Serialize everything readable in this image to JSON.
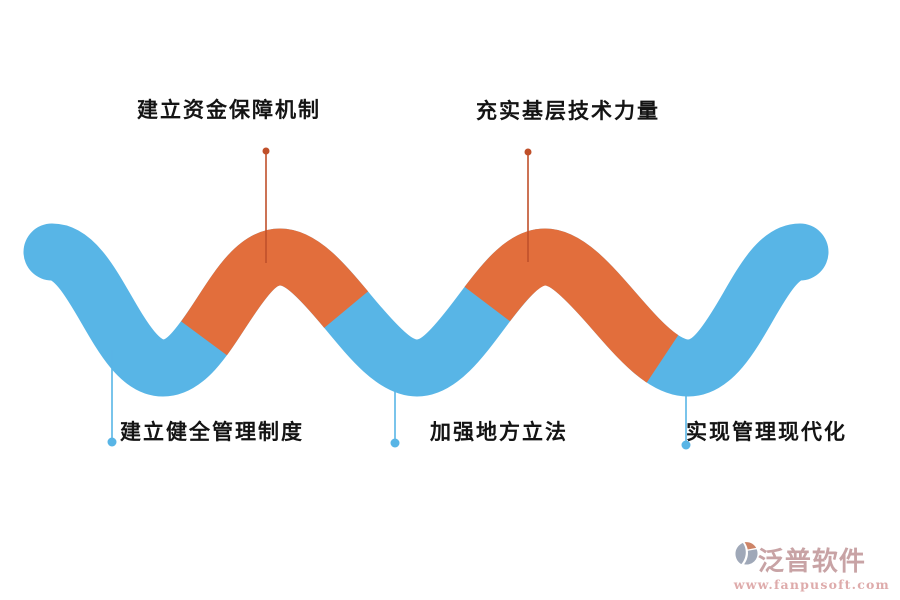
{
  "diagram": {
    "top_labels": [
      {
        "text": "建立资金保障机制"
      },
      {
        "text": "充实基层技术力量"
      }
    ],
    "bottom_labels": [
      {
        "text": "建立健全管理制度"
      },
      {
        "text": "加强地方立法"
      },
      {
        "text": "实现管理现代化"
      }
    ]
  },
  "colors": {
    "ribbon_blue": "#58B5E6",
    "ribbon_orange": "#E26E3C",
    "pointer_orange": "#C0502A",
    "pointer_blue": "#58B5E6",
    "label_text": "#141414",
    "logo_icon_gray": "#97A1B2",
    "logo_icon_orange": "#C97A5B",
    "logo_name_color": "#C49C9E",
    "logo_url_color": "#DCA4A4"
  },
  "logo": {
    "name": "泛普软件",
    "url": "www.fanpusoft.com"
  }
}
